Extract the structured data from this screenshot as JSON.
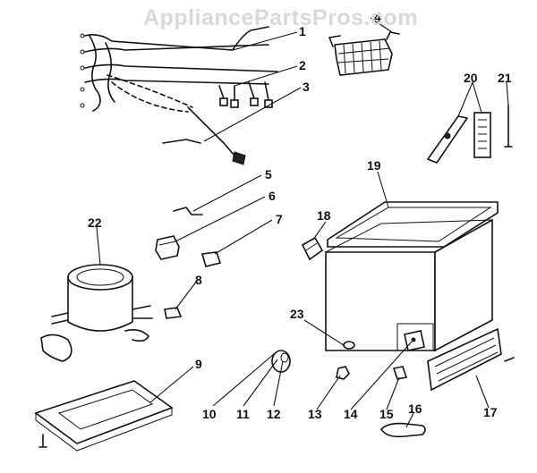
{
  "watermark": "AppliancePartsPros.com",
  "callouts": {
    "c1": "1",
    "c2": "2",
    "c3": "3",
    "c4": "4",
    "c5": "5",
    "c6": "6",
    "c7": "7",
    "c8": "8",
    "c9": "9",
    "c10": "10",
    "c11": "11",
    "c12": "12",
    "c13": "13",
    "c14": "14",
    "c15": "15",
    "c16": "16",
    "c17": "17",
    "c18": "18",
    "c19": "19",
    "c20": "20",
    "c21": "21",
    "c22": "22",
    "c23": "23"
  }
}
